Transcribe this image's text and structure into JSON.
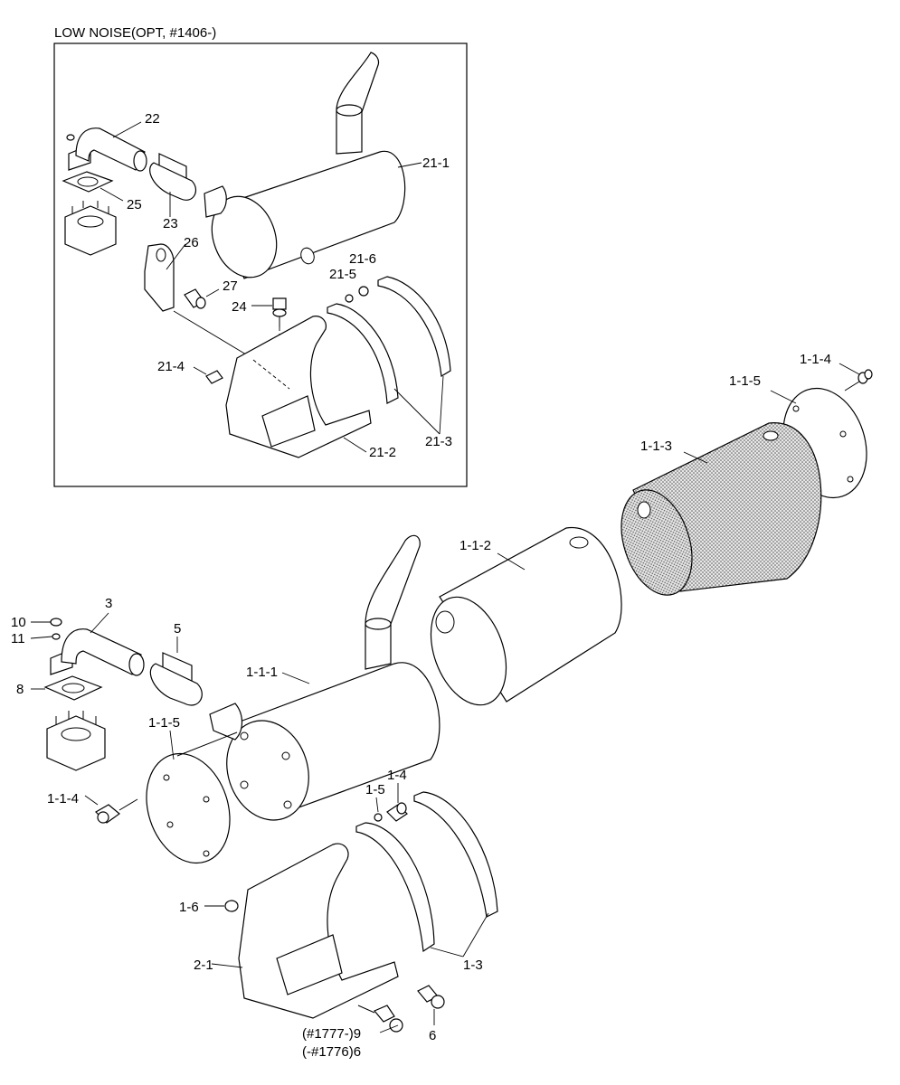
{
  "inset": {
    "title": "LOW NOISE(OPT, #1406-)",
    "labels": {
      "p22": "22",
      "p21_1": "21-1",
      "p25": "25",
      "p23": "23",
      "p26": "26",
      "p21_6": "21-6",
      "p21_5": "21-5",
      "p27": "27",
      "p24": "24",
      "p21_4": "21-4",
      "p21_3": "21-3",
      "p21_2": "21-2"
    }
  },
  "main": {
    "labels": {
      "p1_1_4_top": "1-1-4",
      "p1_1_5_top": "1-1-5",
      "p1_1_3": "1-1-3",
      "p1_1_2": "1-1-2",
      "p3": "3",
      "p10": "10",
      "p11": "11",
      "p5": "5",
      "p1_1_1": "1-1-1",
      "p8": "8",
      "p1_1_5": "1-1-5",
      "p1_4": "1-4",
      "p1_5": "1-5",
      "p1_1_4": "1-1-4",
      "p1_6": "1-6",
      "p2_1": "2-1",
      "p1_3": "1-3",
      "p6": "6",
      "p9_serial": "(#1777-)9",
      "p6_serial": "(-#1776)6"
    }
  }
}
